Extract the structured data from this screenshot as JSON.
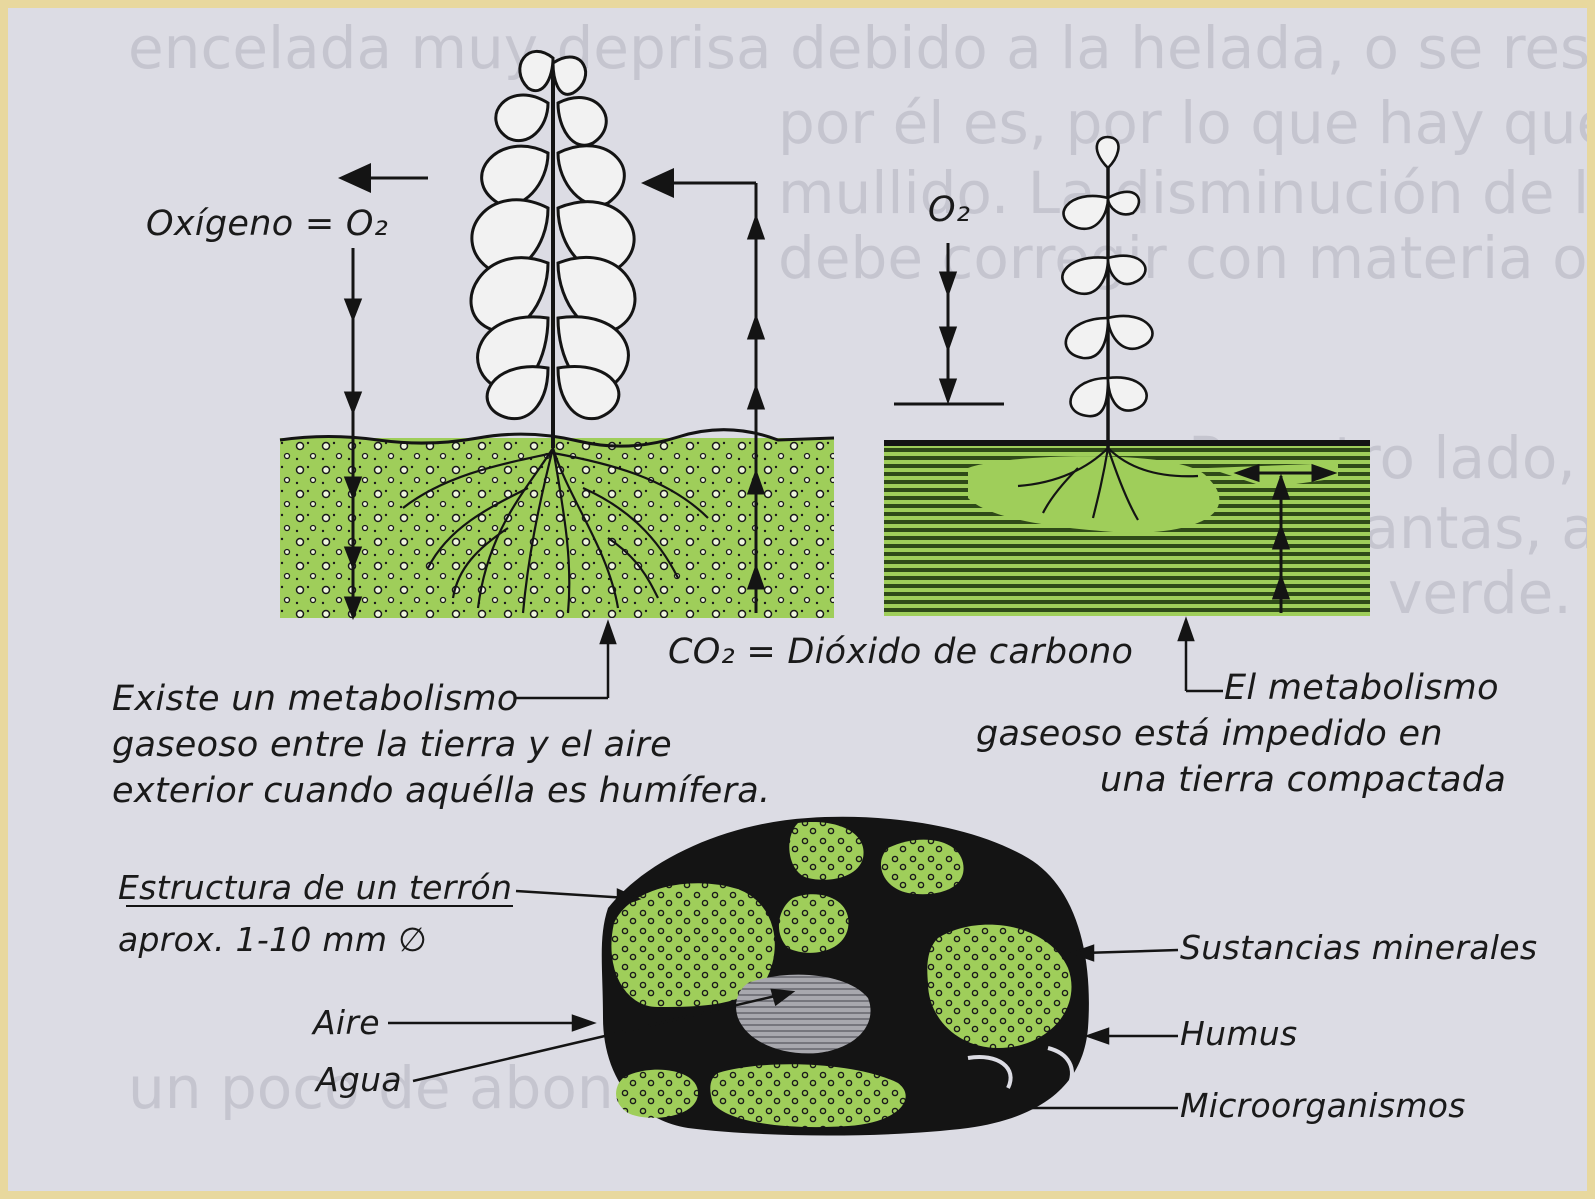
{
  "labels": {
    "oxygen": "Oxígeno = O₂",
    "o2": "O₂",
    "co2": "CO₂ = Dióxido de carbono",
    "humiferous": [
      "Existe un metabolismo",
      "gaseoso entre la tierra y el aire",
      "exterior cuando aquélla es humífera."
    ],
    "compacted": [
      "El metabolismo",
      "gaseoso está impedido en",
      "una tierra compactada"
    ],
    "clod_title": "Estructura de un terrón",
    "clod_size": "aprox. 1-10 mm ∅",
    "aire": "Aire",
    "agua": "Agua",
    "sustancias": "Sustancias minerales",
    "humus": "Humus",
    "micro": "Microorganismos"
  },
  "colors": {
    "soil_green": "#9fce5a",
    "ink": "#141414",
    "paper": "#dcdce4",
    "water_gray": "#9a9aa0"
  }
}
